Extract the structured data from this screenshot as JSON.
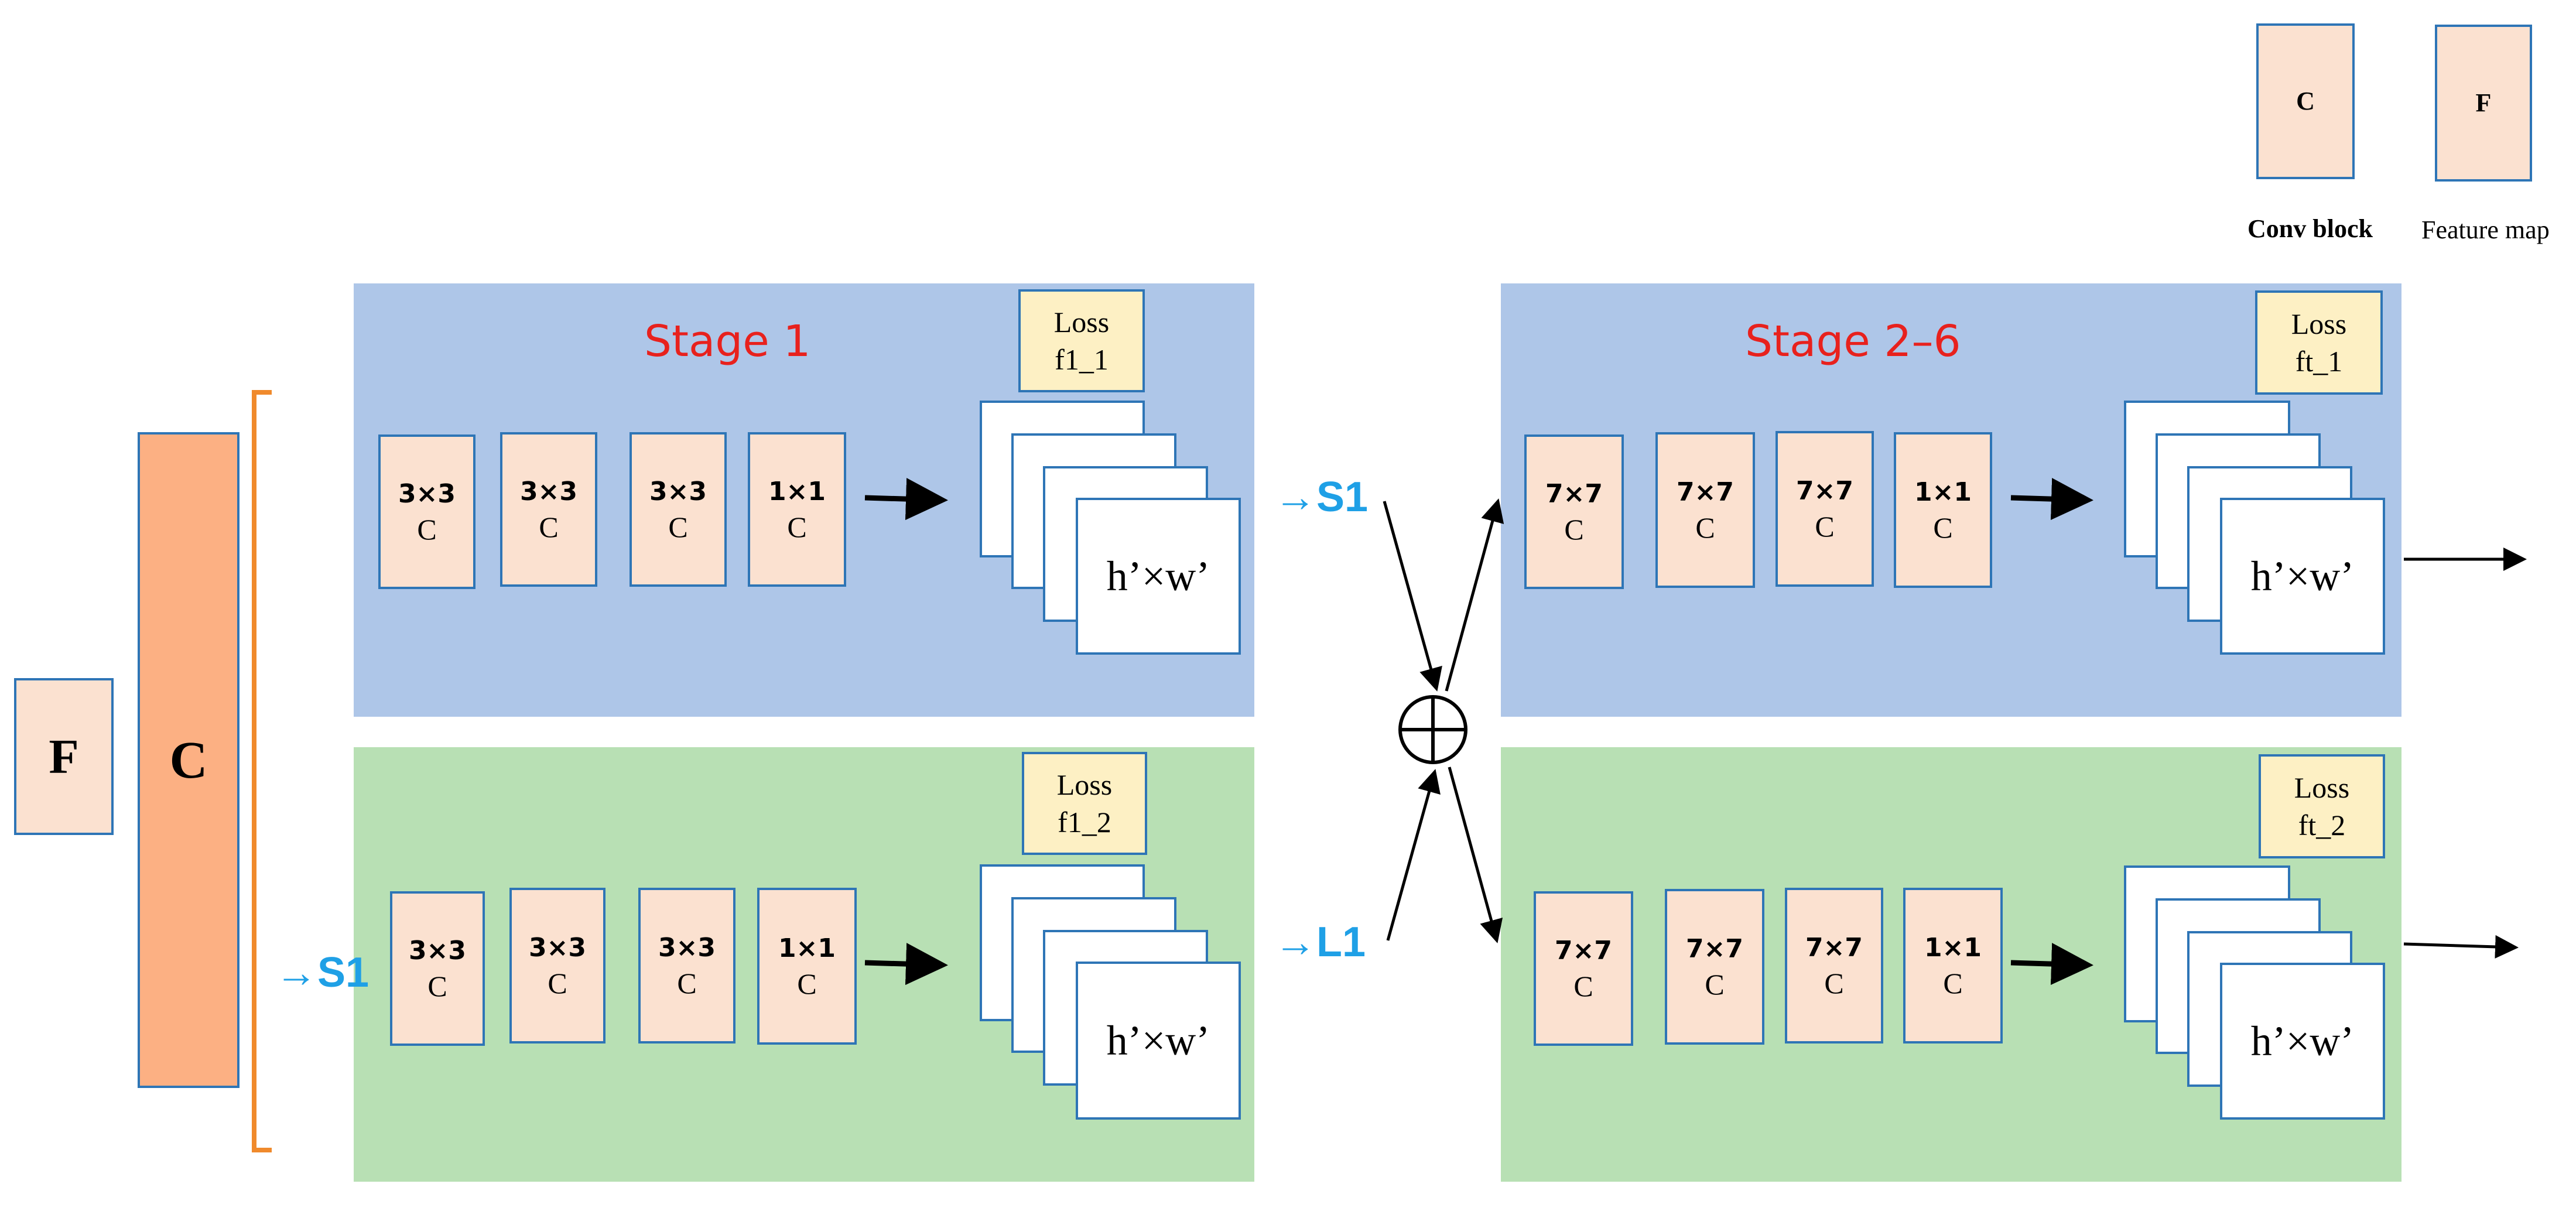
{
  "legend": {
    "conv_symbol": "C",
    "conv_label": "Conv block",
    "feature_symbol": "F",
    "feature_label": "Feature map"
  },
  "input": {
    "feature_label": "F",
    "conv_label": "C",
    "branch_tag": "S1"
  },
  "stage1": {
    "title": "Stage 1",
    "top": {
      "convs": [
        {
          "kernel": "3×3",
          "label": "C"
        },
        {
          "kernel": "3×3",
          "label": "C"
        },
        {
          "kernel": "3×3",
          "label": "C"
        },
        {
          "kernel": "1×1",
          "label": "C"
        }
      ],
      "loss": [
        "Loss",
        "f1_1"
      ],
      "feature_size": "h’×w’",
      "output_tag": "S1"
    },
    "bottom": {
      "convs": [
        {
          "kernel": "3×3",
          "label": "C"
        },
        {
          "kernel": "3×3",
          "label": "C"
        },
        {
          "kernel": "3×3",
          "label": "C"
        },
        {
          "kernel": "1×1",
          "label": "C"
        }
      ],
      "loss": [
        "Loss",
        "f1_2"
      ],
      "feature_size": "h’×w’",
      "output_tag": "L1"
    }
  },
  "stage2": {
    "title": "Stage 2–6",
    "top": {
      "convs": [
        {
          "kernel": "7×7",
          "label": "C"
        },
        {
          "kernel": "7×7",
          "label": "C"
        },
        {
          "kernel": "7×7",
          "label": "C"
        },
        {
          "kernel": "1×1",
          "label": "C"
        }
      ],
      "loss": [
        "Loss",
        "ft_1"
      ],
      "feature_size": "h’×w’"
    },
    "bottom": {
      "convs": [
        {
          "kernel": "7×7",
          "label": "C"
        },
        {
          "kernel": "7×7",
          "label": "C"
        },
        {
          "kernel": "7×7",
          "label": "C"
        },
        {
          "kernel": "1×1",
          "label": "C"
        }
      ],
      "loss": [
        "Loss",
        "ft_2"
      ],
      "feature_size": "h’×w’"
    }
  },
  "colors": {
    "panel_blue": "#aec6e8",
    "panel_green": "#b8e0b4",
    "conv_fill": "#fbe1d0",
    "input_conv_fill": "#fcb083",
    "loss_fill": "#fdf0c4",
    "border_blue": "#2e75b6",
    "title_red": "#e8211d",
    "tag_blue": "#1fa0e6",
    "bracket_orange": "#f08a2c"
  }
}
